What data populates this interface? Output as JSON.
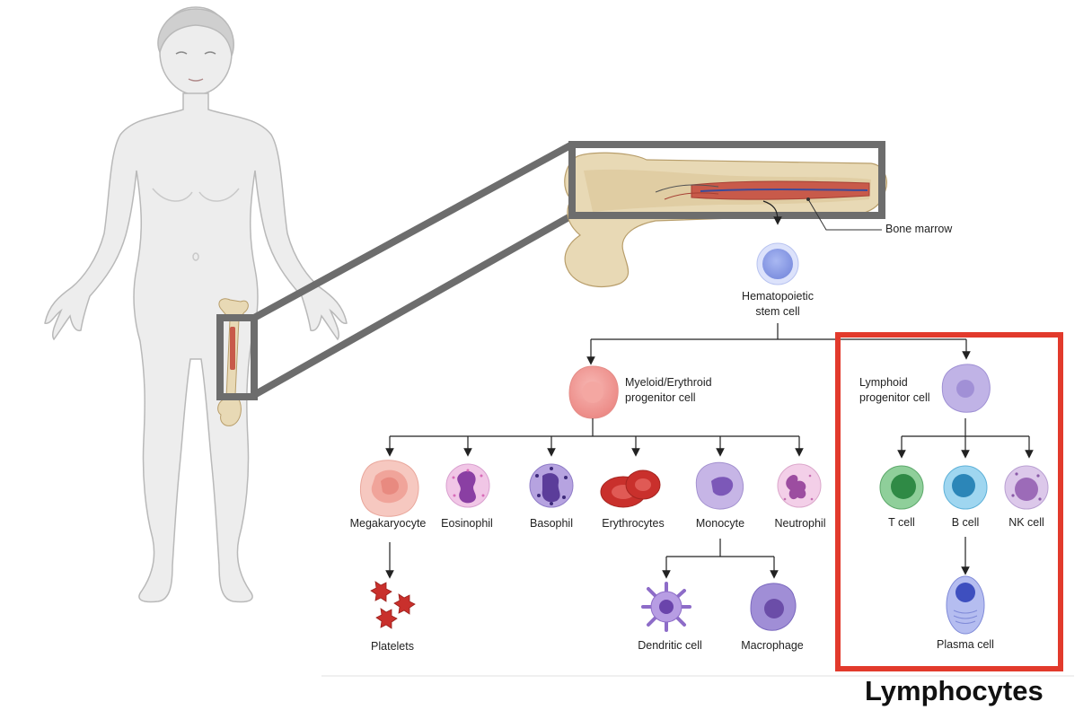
{
  "labels": {
    "bone_marrow": "Bone marrow",
    "hsc_line1": "Hematopoietic",
    "hsc_line2": "stem cell",
    "myeloid_line1": "Myeloid/Erythroid",
    "myeloid_line2": "progenitor cell",
    "lymphoid_line1": "Lymphoid",
    "lymphoid_line2": "progenitor cell",
    "megakaryocyte": "Megakaryocyte",
    "eosinophil": "Eosinophil",
    "basophil": "Basophil",
    "erythrocytes": "Erythrocytes",
    "monocyte": "Monocyte",
    "neutrophil": "Neutrophil",
    "platelets": "Platelets",
    "dendritic": "Dendritic cell",
    "macrophage": "Macrophage",
    "t_cell": "T cell",
    "b_cell": "B cell",
    "nk_cell": "NK cell",
    "plasma_cell": "Plasma cell",
    "lymphocytes": "Lymphocytes"
  },
  "colors": {
    "zoom_box": "#6d6d6d",
    "highlight_box": "#e23a2c",
    "body_fill": "#ededed",
    "bone": "#e8d9b5",
    "marrow": "#c85a4a"
  }
}
